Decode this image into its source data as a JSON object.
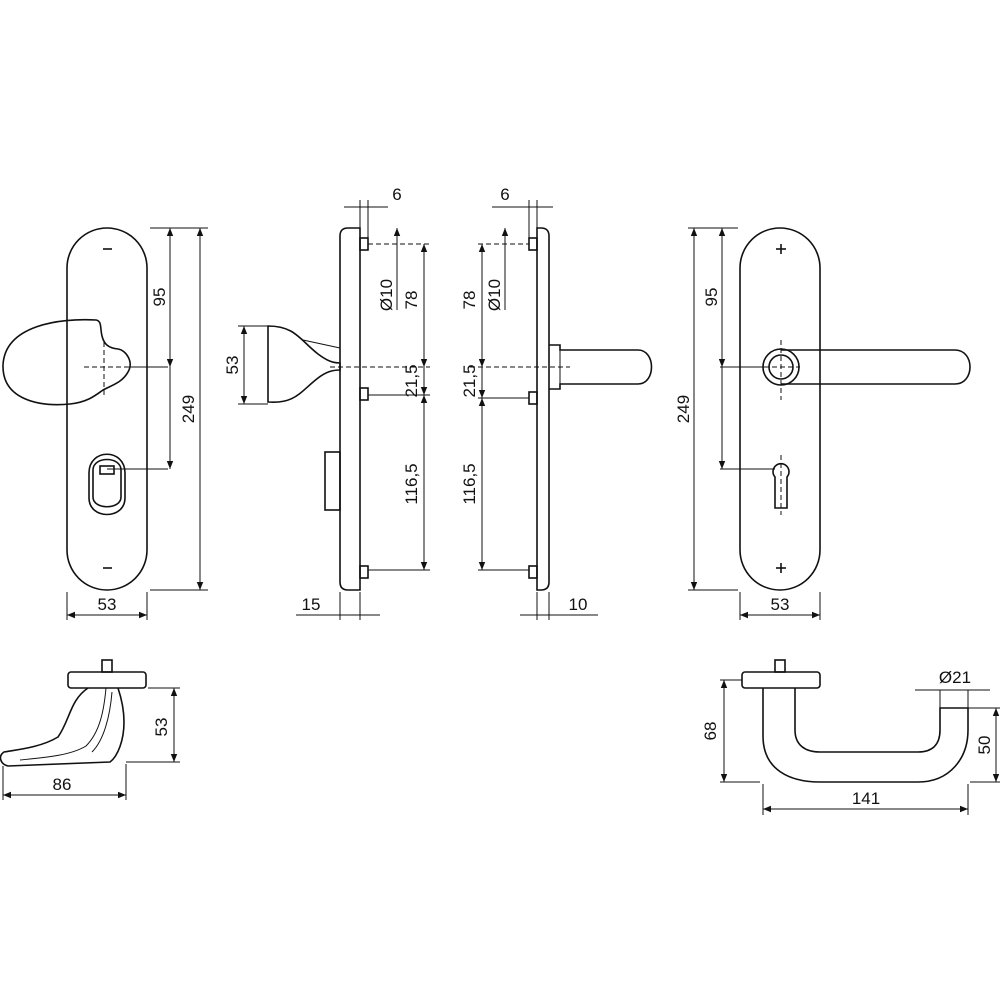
{
  "diagram": {
    "views": [
      {
        "name": "front-knob-view",
        "dimensions": {
          "height_upper": "95",
          "height_total": "249",
          "width": "53"
        }
      },
      {
        "name": "side-knob-view",
        "dimensions": {
          "top_offset": "6",
          "hole": "Ø10",
          "upper": "78",
          "mid": "21,5",
          "lower": "116,5",
          "knob": "53",
          "thickness": "15"
        }
      },
      {
        "name": "side-lever-view",
        "dimensions": {
          "top_offset": "6",
          "hole": "Ø10",
          "upper": "78",
          "mid": "21,5",
          "lower": "116,5",
          "thickness": "10"
        }
      },
      {
        "name": "front-lever-view",
        "dimensions": {
          "height_upper": "95",
          "height_total": "249",
          "width": "53"
        }
      },
      {
        "name": "knob-top-view",
        "dimensions": {
          "height": "53",
          "width": "86"
        }
      },
      {
        "name": "lever-top-view",
        "dimensions": {
          "height_left": "68",
          "diameter": "Ø21",
          "height_right": "50",
          "width": "141"
        }
      }
    ]
  }
}
